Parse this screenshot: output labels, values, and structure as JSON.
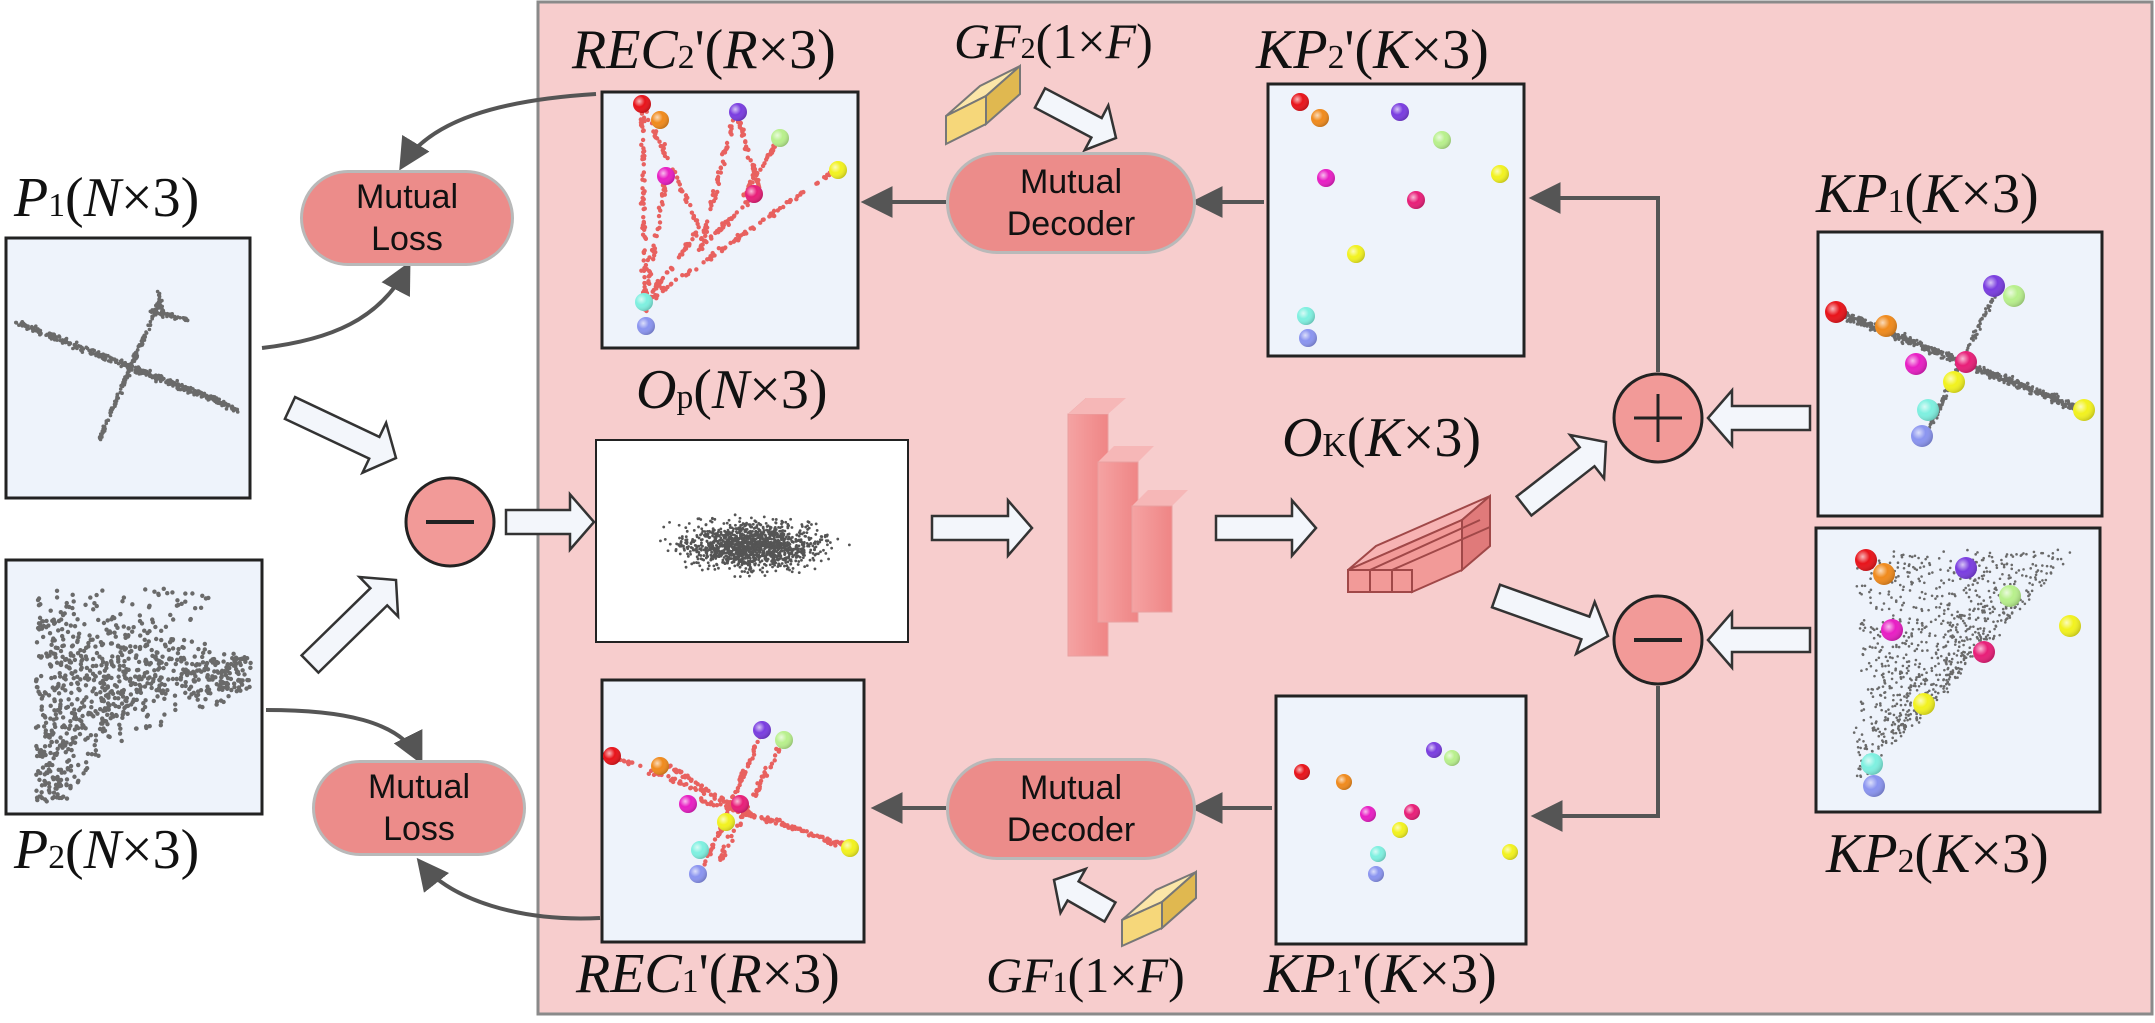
{
  "labels": {
    "p1": {
      "main": "P",
      "sub": "1",
      "dims": "N",
      "times": "×",
      "three": "3"
    },
    "p2": {
      "main": "P",
      "sub": "2",
      "dims": "N",
      "times": "×",
      "three": "3"
    },
    "rec2": {
      "main": "REC",
      "sub": "2",
      "prime": "'",
      "dims": "R",
      "times": "×",
      "three": "3"
    },
    "rec1": {
      "main": "REC",
      "sub": "1",
      "prime": "'",
      "dims": "R",
      "times": "×",
      "three": "3"
    },
    "gf2": {
      "main": "GF",
      "sub": "2",
      "one": "1",
      "times": "×",
      "dims": "F"
    },
    "gf1": {
      "main": "GF",
      "sub": "1",
      "one": "1",
      "times": "×",
      "dims": "F"
    },
    "kp2p": {
      "main": "KP",
      "sub": "2",
      "prime": "'",
      "dims": "K",
      "times": "×",
      "three": "3"
    },
    "kp1p": {
      "main": "KP",
      "sub": "1",
      "prime": "'",
      "dims": "K",
      "times": "×",
      "three": "3"
    },
    "kp1": {
      "main": "KP",
      "sub": "1",
      "dims": "K",
      "times": "×",
      "three": "3"
    },
    "kp2": {
      "main": "KP",
      "sub": "2",
      "dims": "K",
      "times": "×",
      "three": "3"
    },
    "op": {
      "main": "O",
      "sub": "p",
      "dims": "N",
      "times": "×",
      "three": "3"
    },
    "ok": {
      "main": "O",
      "sub": "K",
      "dims": "K",
      "times": "×",
      "three": "3"
    }
  },
  "pills": {
    "mutual_loss_top": "Mutual\nLoss",
    "mutual_loss_bottom": "Mutual\nLoss",
    "mutual_decoder_top": "Mutual\nDecoder",
    "mutual_decoder_bottom": "Mutual\nDecoder"
  },
  "colors": {
    "panel_bg": "#f7cdcd",
    "panel_border": "#8a8a8a",
    "pill_fill": "#ec8c8a",
    "thumb_bg": "#eef3fb",
    "cloud_gray": "#6a6a6a",
    "recon_red": "#e8615f",
    "feature_yellow": "#f6d77a",
    "arrow_fill": "#f3f6fb",
    "connector": "#555555"
  },
  "keypoint_colors": [
    "#e8131a",
    "#f08a1c",
    "#7a3de0",
    "#b8f08c",
    "#e81ec4",
    "#e81e78",
    "#f2f21e",
    "#7ef0e0",
    "#8a94f0"
  ]
}
